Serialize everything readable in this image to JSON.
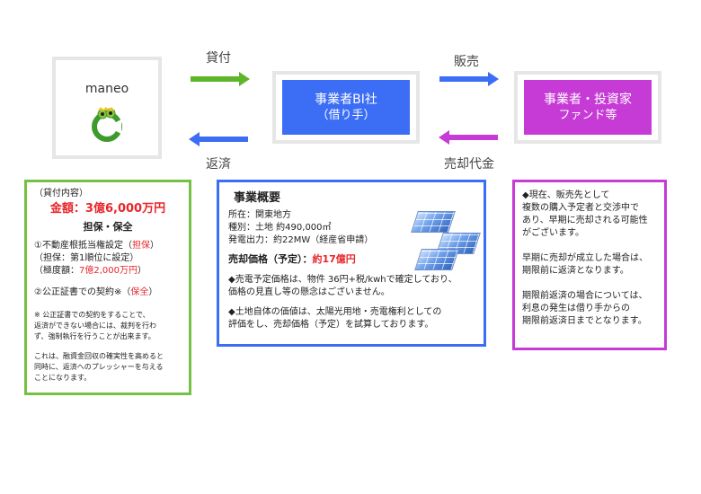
{
  "nodes": {
    "maneo": {
      "title": "maneo"
    },
    "borrower": {
      "line1": "事業者BI社",
      "line2": "（借り手）"
    },
    "investor": {
      "line1": "事業者・投資家",
      "line2": "ファンド等"
    }
  },
  "flows": {
    "loan": "貸付",
    "repay": "返済",
    "sale": "販売",
    "sale_proceeds": "売却代金"
  },
  "colors": {
    "green": "#5fb52a",
    "blue": "#3b6ef5",
    "magenta": "#c63bd6"
  },
  "loan_box": {
    "heading": "（貸付内容）",
    "amount_label": "金額：",
    "amount_value": "3億6,000万円",
    "security_title": "担保・保全",
    "item1_label": "①不動産根抵当権設定（",
    "item1_value": "担保",
    "item1_close": "）",
    "item1_sub1": "（担保：第1順位に設定）",
    "item1_sub2_label": "（極度額：",
    "item1_sub2_value": "7億2,000万円",
    "item1_sub2_close": "）",
    "item2_label": "②公正証書での契約※（",
    "item2_value": "保全",
    "item2_close": "）",
    "note1_l1": "※ 公正証書での契約をすることで、",
    "note1_l2": "返済ができない場合には、裁判を行わ",
    "note1_l3": "ず、強制執行を行うことが出来ます。",
    "note2_l1": "これは、融資金回収の確実性を高めると",
    "note2_l2": "同時に、返済へのプレッシャーを与える",
    "note2_l3": "ことになります。"
  },
  "project_box": {
    "heading": "事業概要",
    "location": "所在：関東地方",
    "category": "種別：土地 約490,000㎡",
    "output": "発電出力：約22MW（経産省申請）",
    "price_label": "売却価格（予定）：",
    "price_value": "約17億円",
    "bullet1_l1": "◆売電予定価格は、物件 36円+税/kwhで確定しており、",
    "bullet1_l2": "価格の見直し等の懸念はございません。",
    "bullet2_l1": "◆土地自体の価値は、太陽光用地・売電権利としての",
    "bullet2_l2": "評価をし、売却価格（予定）を試算しております。"
  },
  "sale_box": {
    "p1_l1": "◆現在、販売先として",
    "p1_l2": "複数の購入予定者と交渉中で",
    "p1_l3": "あり、早期に売却される可能性",
    "p1_l4": "がございます。",
    "p2_l1": "早期に売却が成立した場合は、",
    "p2_l2": "期限前に返済となります。",
    "p3_l1": "期限前返済の場合については、",
    "p3_l2": "利息の発生は借り手からの",
    "p3_l3": "期限前返済日までとなります。"
  }
}
